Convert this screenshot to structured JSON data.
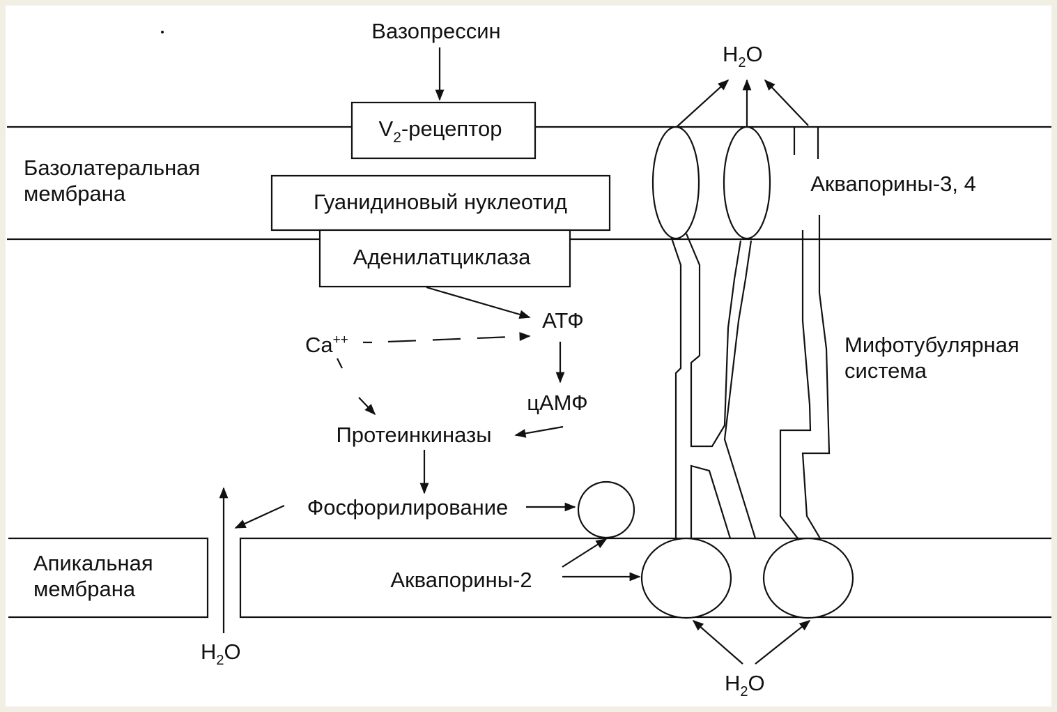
{
  "labels": {
    "vasopressin": "Вазопрессин",
    "v2_prefix": "V",
    "v2_sub": "2",
    "v2_suffix": "-рецептор",
    "basolateral_line1": "Базолатеральная",
    "basolateral_line2": "мембрана",
    "guanine": "Гуанидиновый нуклеотид",
    "adenylate": "Аденилатциклаза",
    "atp": "АТФ",
    "ca": "Ca",
    "ca_sup": "++",
    "camp": "цАМФ",
    "proteinkinases": "Протеинкиназы",
    "phosphorylation": "Фосфорилирование",
    "apical_line1": "Апикальная",
    "apical_line2": "мембрана",
    "aquaporins2": "Аквапорины-2",
    "aquaporins34": "Аквапорины-3, 4",
    "microtubular_line1": "Мифотубулярная",
    "microtubular_line2": "система",
    "h2o_h": "H",
    "h2o_sub": "2",
    "h2o_o": "O"
  },
  "colors": {
    "ink": "#111111",
    "paper": "#ffffff",
    "frame": "#f1efe4"
  }
}
